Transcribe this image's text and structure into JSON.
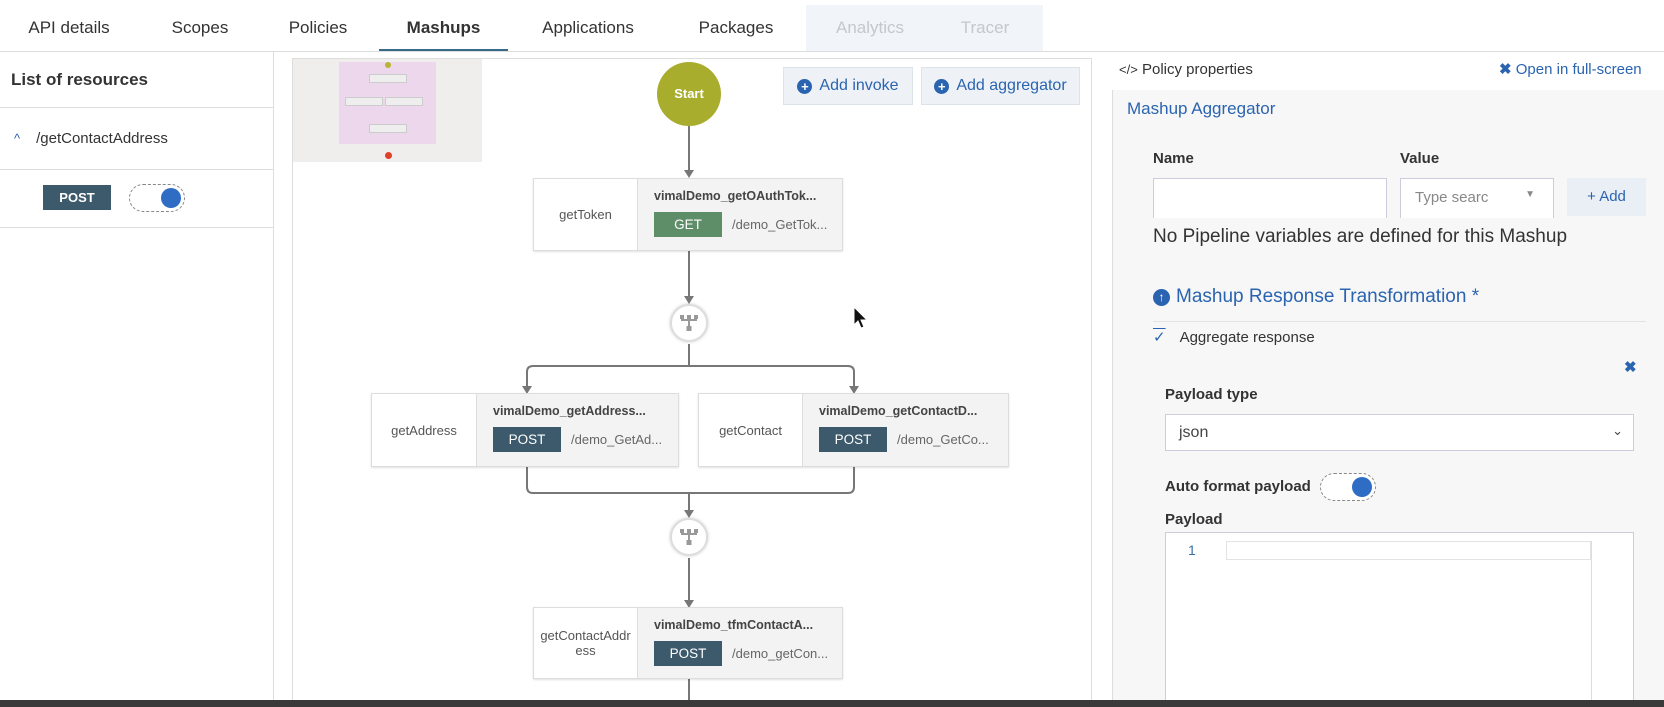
{
  "tabs": [
    {
      "label": "API details",
      "state": "normal"
    },
    {
      "label": "Scopes",
      "state": "normal"
    },
    {
      "label": "Policies",
      "state": "normal"
    },
    {
      "label": "Mashups",
      "state": "active"
    },
    {
      "label": "Applications",
      "state": "normal"
    },
    {
      "label": "Packages",
      "state": "normal"
    },
    {
      "label": "Analytics",
      "state": "disabled"
    },
    {
      "label": "Tracer",
      "state": "disabled"
    }
  ],
  "sidebar": {
    "title": "List of resources",
    "resource": {
      "path": "/getContactAddress",
      "expanded": true,
      "method": "POST",
      "enabled": true
    }
  },
  "canvas": {
    "start_label": "Start",
    "add_invoke": "Add invoke",
    "add_aggregator": "Add aggregator",
    "nodes": [
      {
        "name": "getToken",
        "service": "vimalDemo_getOAuthTok...",
        "method": "GET",
        "path": "/demo_GetTok..."
      },
      {
        "name": "getAddress",
        "service": "vimalDemo_getAddress...",
        "method": "POST",
        "path": "/demo_GetAd..."
      },
      {
        "name": "getContact",
        "service": "vimalDemo_getContactD...",
        "method": "POST",
        "path": "/demo_GetCo..."
      },
      {
        "name": "getContactAddress",
        "service": "vimalDemo_tfmContactA...",
        "method": "POST",
        "path": "/demo_getCon..."
      }
    ]
  },
  "properties": {
    "header": "Policy properties",
    "fullscreen": "Open in full-screen",
    "section_title": "Mashup Aggregator",
    "name_label": "Name",
    "value_label": "Value",
    "name_value": "",
    "value_placeholder": "Type searc",
    "add_label": "+ Add",
    "empty_message": "No Pipeline variables are defined for this Mashup",
    "transformation_title": "Mashup Response Transformation *",
    "aggregate_label": "Aggregate response",
    "aggregate_checked": true,
    "payload_type_label": "Payload type",
    "payload_type_value": "json",
    "auto_format_label": "Auto format payload",
    "auto_format_on": true,
    "payload_label": "Payload",
    "line_number": "1"
  },
  "colors": {
    "accent": "#2a64b0",
    "start": "#a9ad2e",
    "post": "#3c5a6c",
    "get": "#5e8e68"
  }
}
